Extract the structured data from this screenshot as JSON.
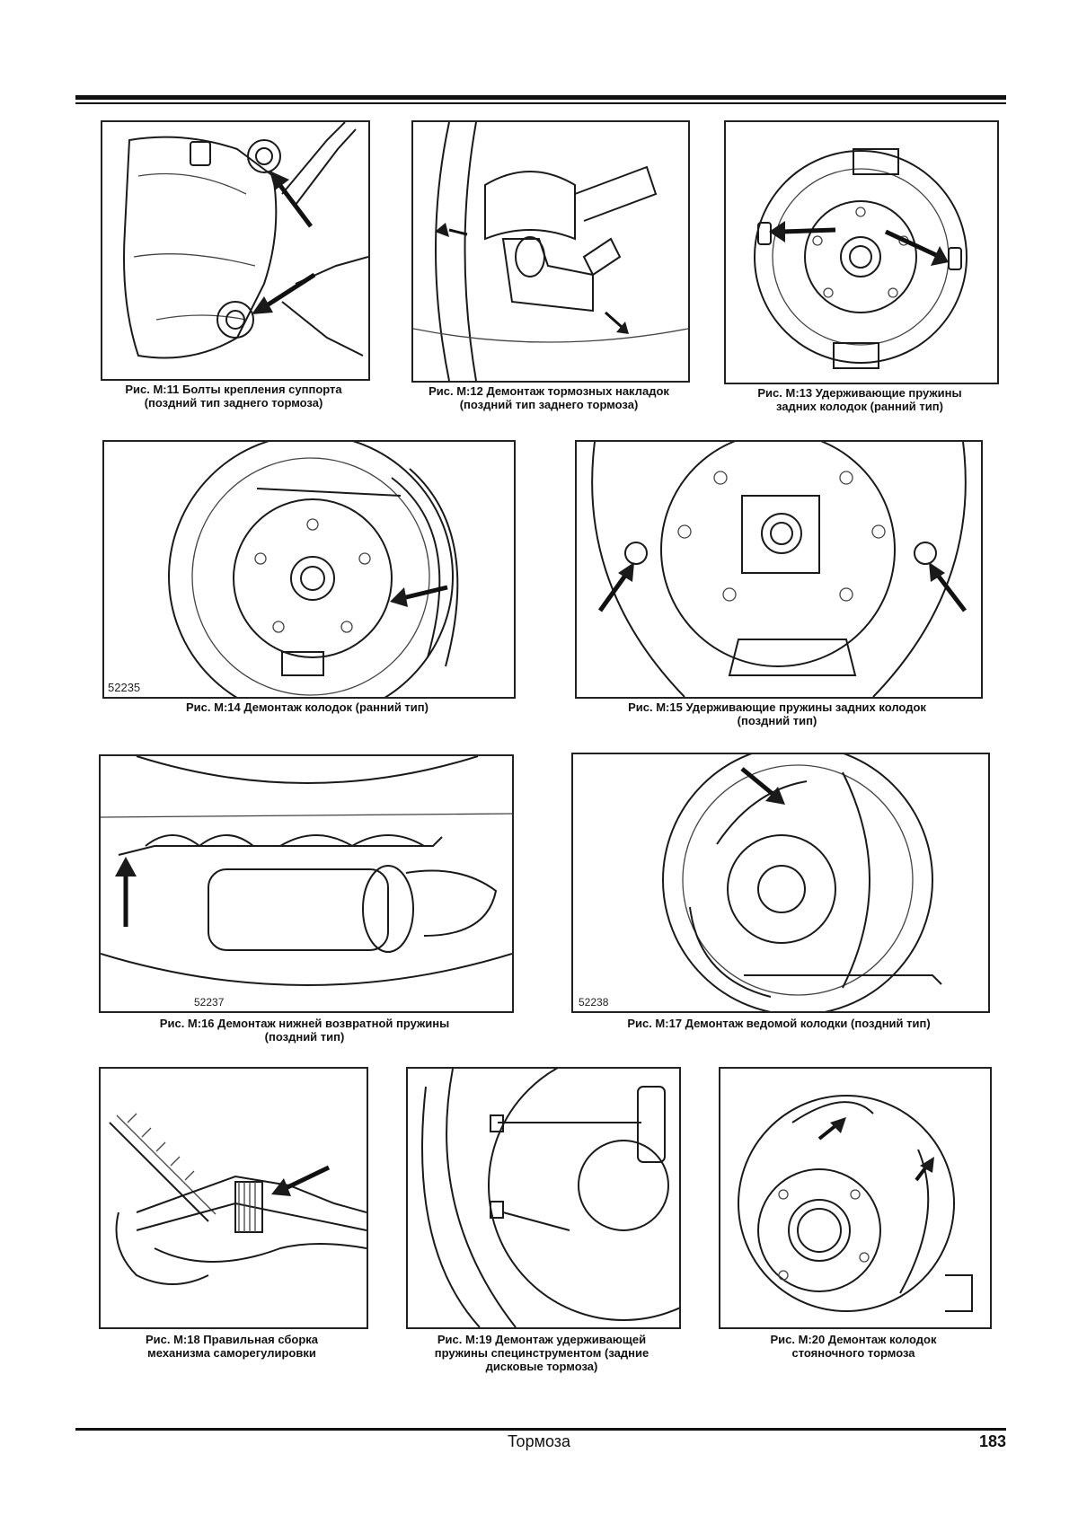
{
  "figures": [
    {
      "id": "M11",
      "caption": [
        "Рис. М:11 Болты крепления суппорта",
        "(поздний тип заднего тормоза)"
      ]
    },
    {
      "id": "M12",
      "caption": [
        "Рис. М:12 Демонтаж тормозных накладок",
        "(поздний тип заднего тормоза)"
      ]
    },
    {
      "id": "M13",
      "caption": [
        "Рис. М:13 Удерживающие пружины",
        "задних колодок (ранний тип)"
      ]
    },
    {
      "id": "M14",
      "caption": [
        "Рис. М:14 Демонтаж колодок (ранний тип)"
      ],
      "mark": "52235"
    },
    {
      "id": "M15",
      "caption": [
        "Рис. М:15 Удерживающие пружины задних колодок",
        "(поздний тип)"
      ]
    },
    {
      "id": "M16",
      "caption": [
        "Рис. М:16 Демонтаж нижней возвратной пружины",
        "(поздний тип)"
      ],
      "mark": "52237"
    },
    {
      "id": "M17",
      "caption": [
        "Рис. М:17 Демонтаж ведомой колодки (поздний тип)"
      ],
      "mark": "52238"
    },
    {
      "id": "M18",
      "caption": [
        "Рис. М:18 Правильная сборка",
        "механизма саморегулировки"
      ]
    },
    {
      "id": "M19",
      "caption": [
        "Рис. М:19 Демонтаж удерживающей",
        "пружины специнструментом (задние",
        "дисковые тормоза)"
      ]
    },
    {
      "id": "M20",
      "caption": [
        "Рис. М:20 Демонтаж колодок",
        "стояночного тормоза"
      ]
    }
  ],
  "footer": {
    "section": "Тормоза",
    "page": "183"
  }
}
